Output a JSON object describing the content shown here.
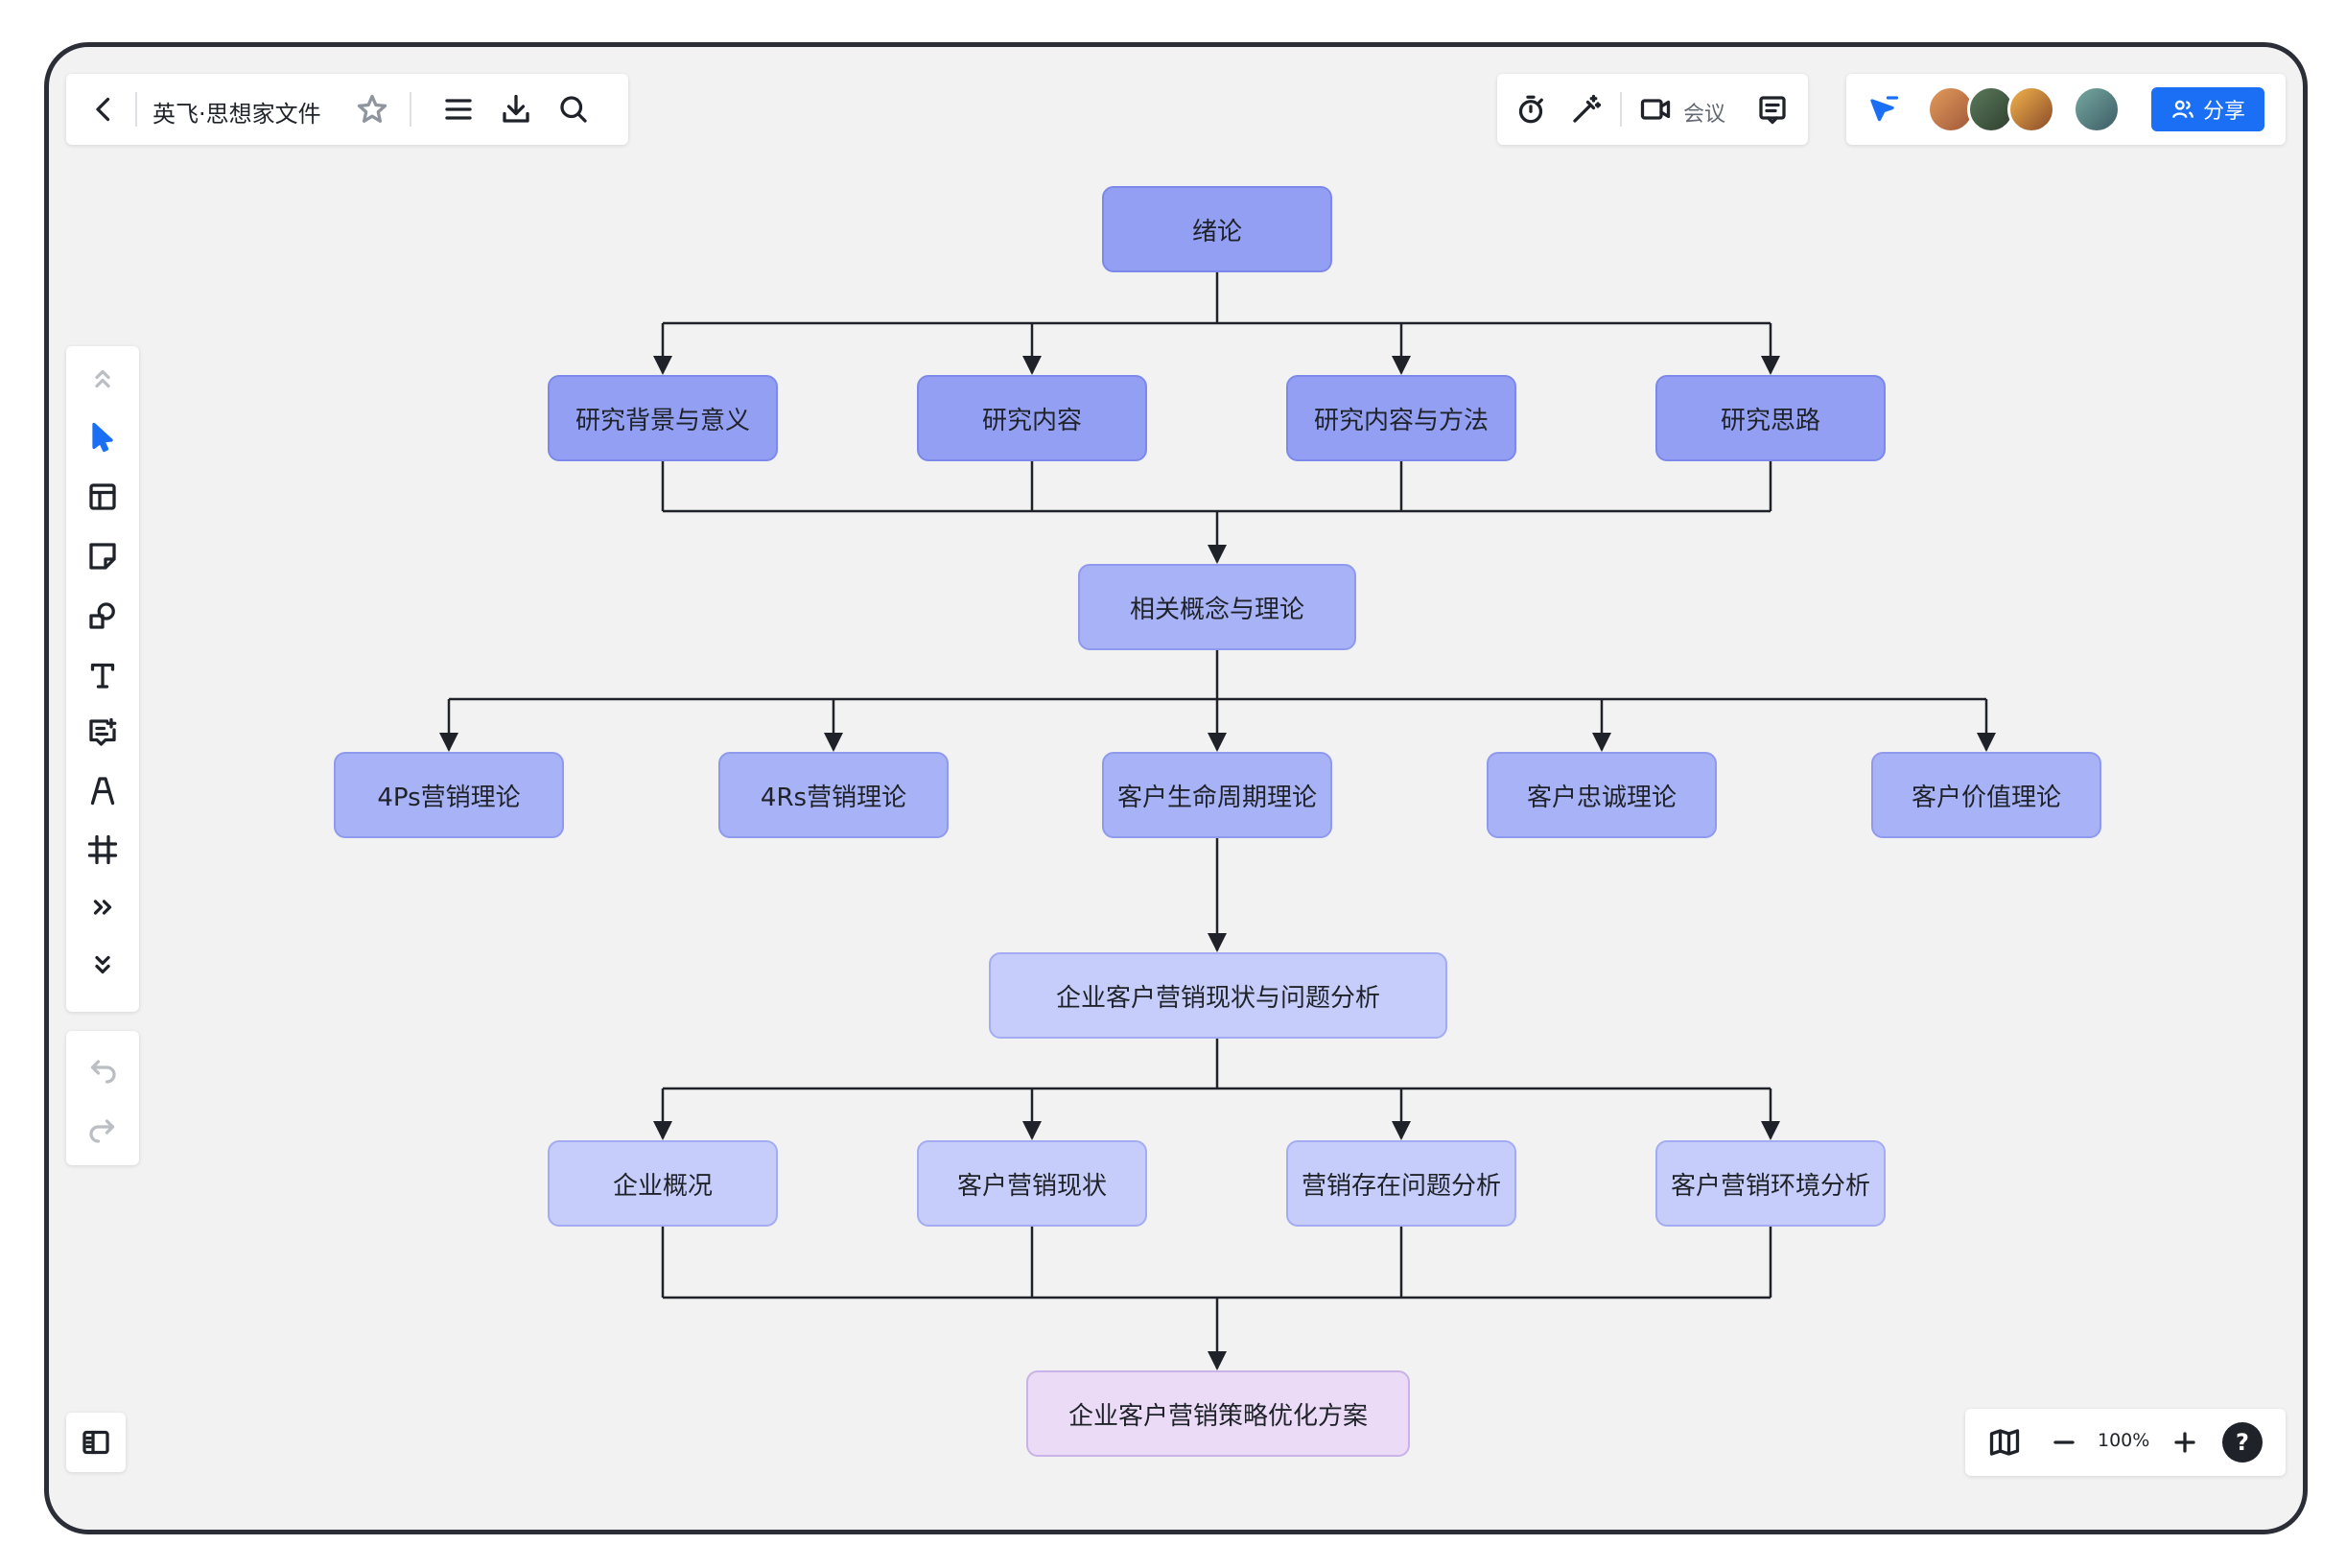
{
  "toolbar_left": {
    "file_title": "英飞·思想家文件"
  },
  "toolbar_mid": {
    "meeting_label": "会议"
  },
  "toolbar_right": {
    "share_label": "分享",
    "accent_color": "#1b6ff5"
  },
  "zoom": {
    "level": "100%"
  },
  "flowchart": {
    "root": "绪论",
    "level1": [
      "研究背景与意义",
      "研究内容",
      "研究内容与方法",
      "研究思路"
    ],
    "hub1": "相关概念与理论",
    "level2": [
      "4Ps营销理论",
      "4Rs营销理论",
      "客户生命周期理论",
      "客户忠诚理论",
      "客户价值理论"
    ],
    "hub2": "企业客户营销现状与问题分析",
    "level3": [
      "企业概况",
      "客户营销现状",
      "营销存在问题分析",
      "客户营销环境分析"
    ],
    "final": "企业客户营销策略优化方案"
  }
}
